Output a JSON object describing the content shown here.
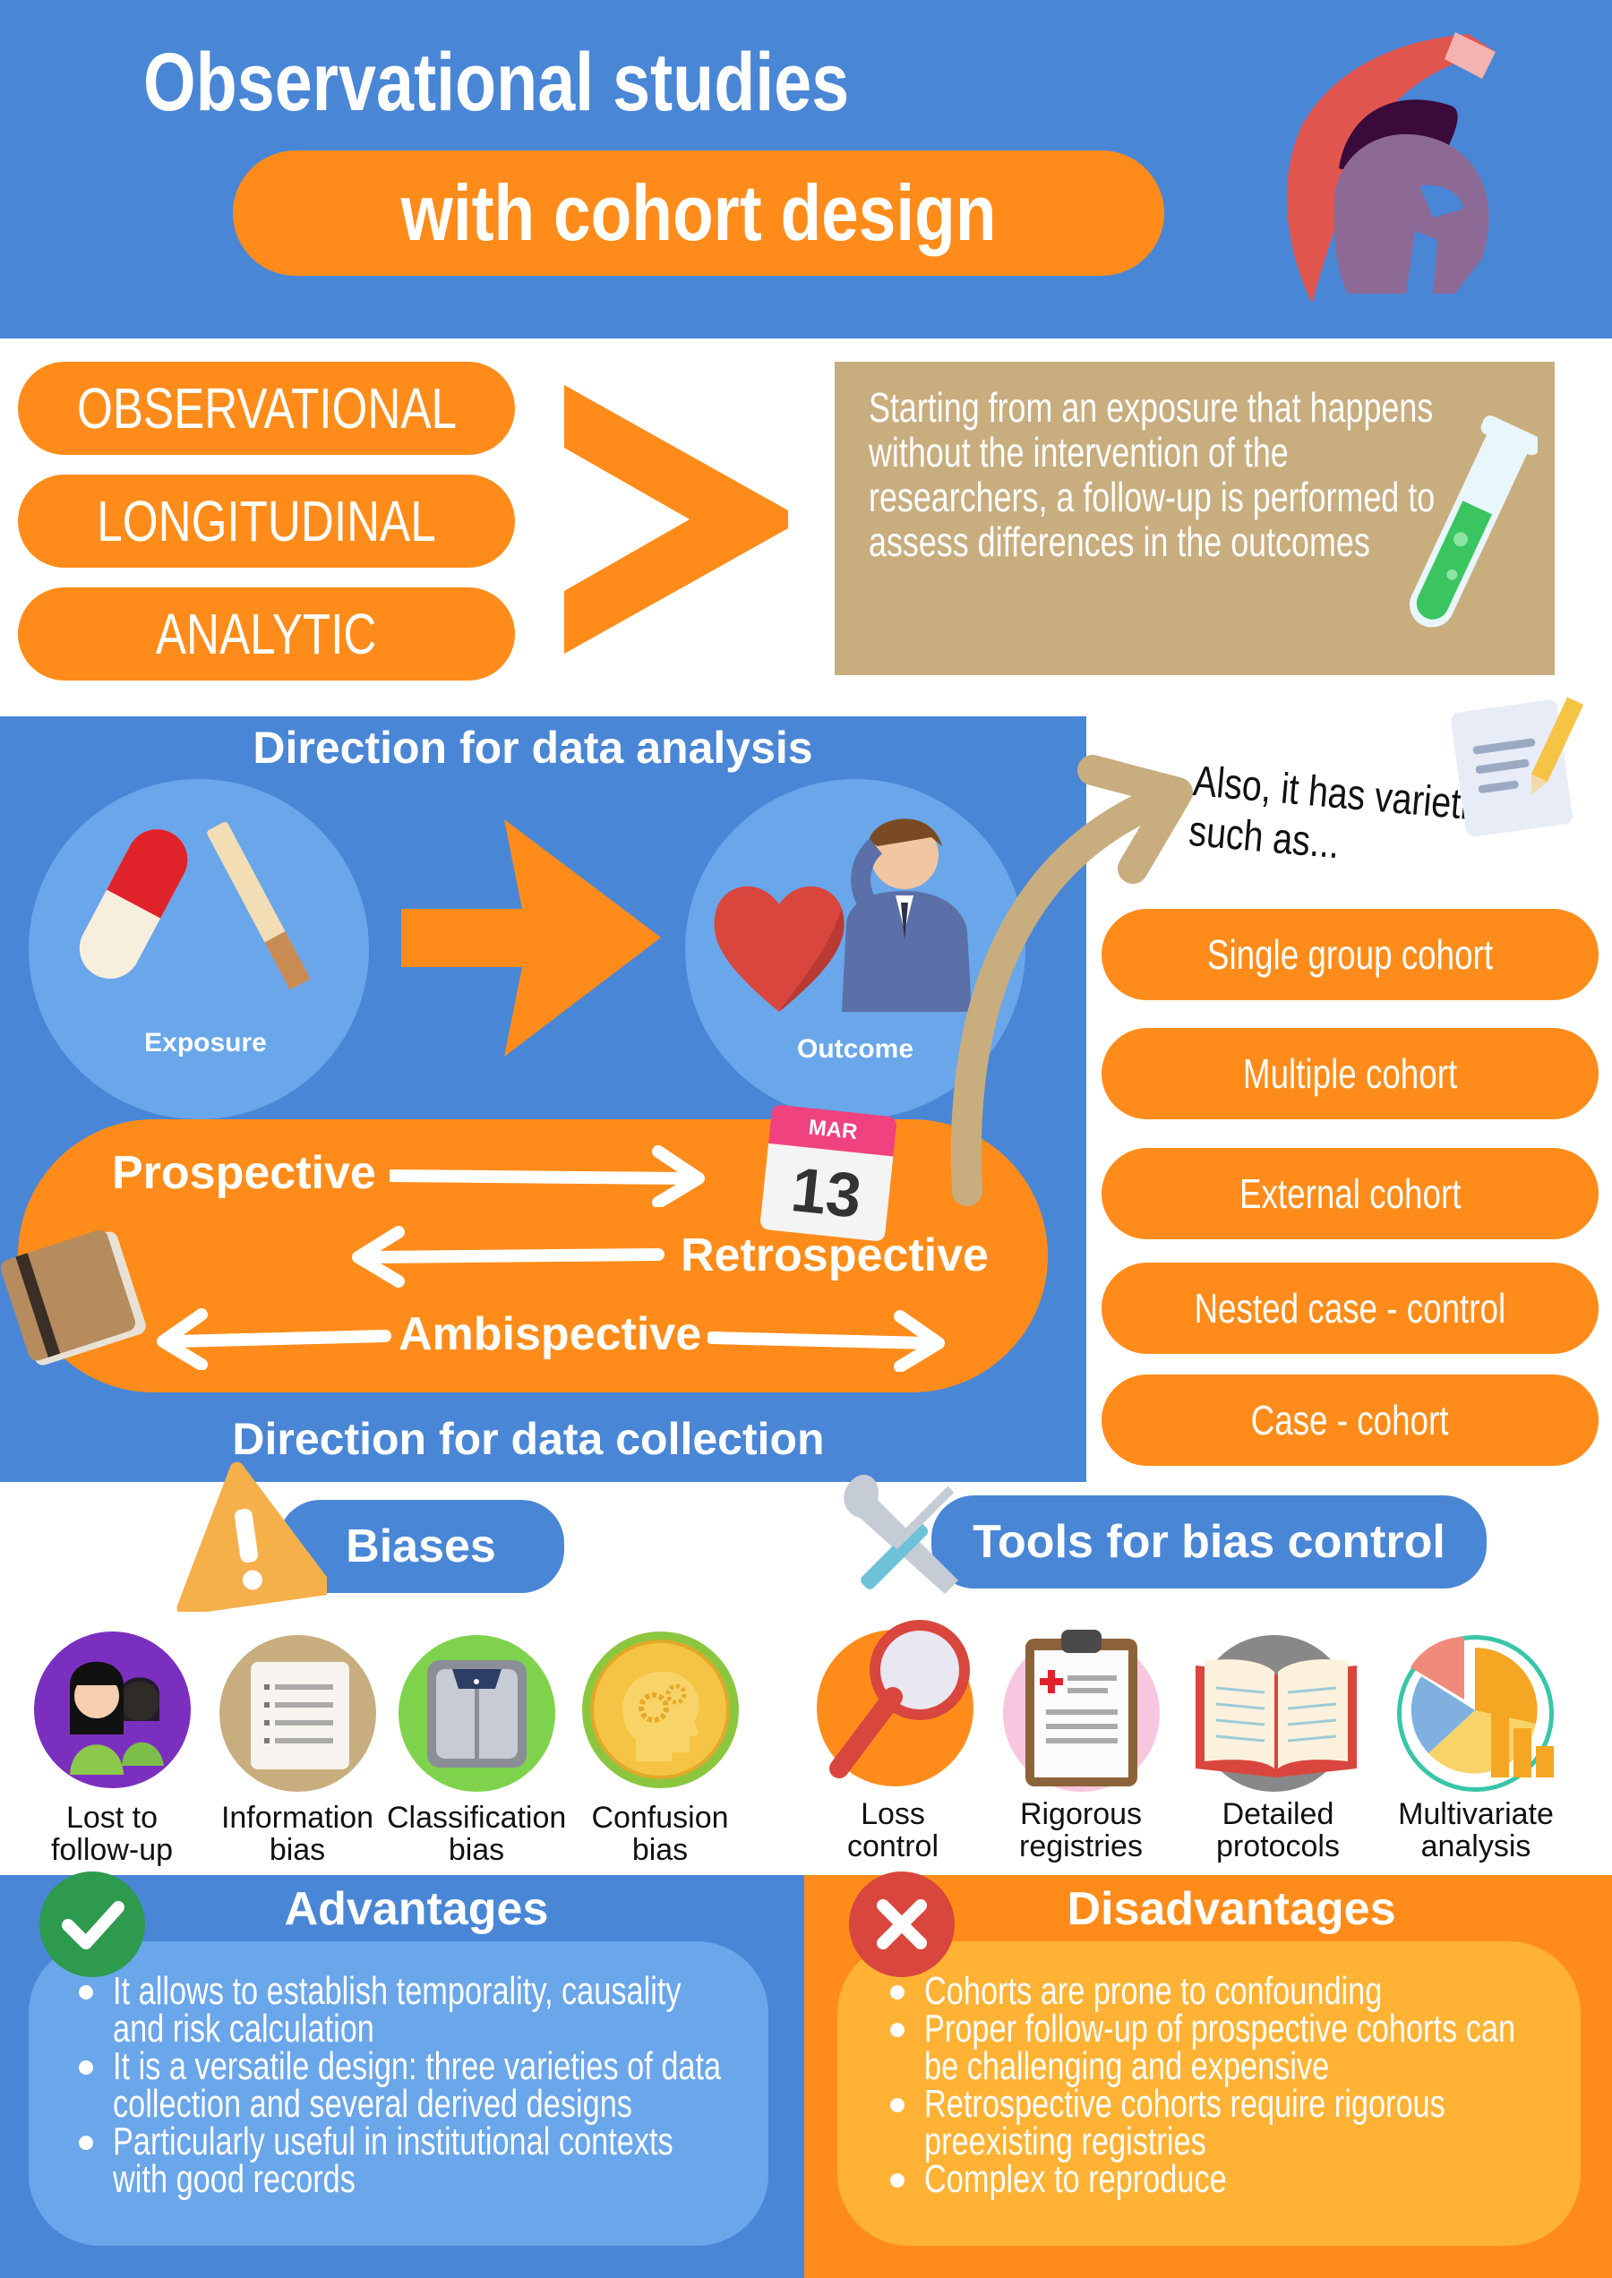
{
  "header": {
    "title_line1": "Observational studies",
    "title_line2": "with cohort design",
    "colors": {
      "blue": "#4a86d6",
      "orange": "#ff8c1a",
      "tan": "#c8ad7f"
    }
  },
  "characteristics": {
    "items": [
      "OBSERVATIONAL",
      "LONGITUDINAL",
      "ANALYTIC"
    ],
    "description": "Starting from an exposure that happens without the intervention of the researchers, a follow-up is performed to assess differences in the outcomes"
  },
  "direction": {
    "analysis_heading": "Direction for data analysis",
    "exposure_label": "Exposure",
    "outcome_label": "Outcome",
    "prospective": "Prospective",
    "retrospective": "Retrospective",
    "ambispective": "Ambispective",
    "calendar_month": "MAR",
    "calendar_day": "13",
    "collection_heading": "Direction for data collection"
  },
  "varieties": {
    "intro": "Also, it has varieties such as...",
    "items": [
      "Single group cohort",
      "Multiple cohort",
      "External cohort",
      "Nested case - control",
      "Case - cohort"
    ]
  },
  "biases": {
    "title": "Biases",
    "items": [
      {
        "line1": "Lost to",
        "line2": "follow-up",
        "icon": "people-icon"
      },
      {
        "line1": "Information",
        "line2": "bias",
        "icon": "document-icon"
      },
      {
        "line1": "Classification",
        "line2": "bias",
        "icon": "scale-icon"
      },
      {
        "line1": "Confusion",
        "line2": "bias",
        "icon": "brain-gears-icon"
      }
    ]
  },
  "tools": {
    "title": "Tools for bias control",
    "items": [
      {
        "line1": "Loss",
        "line2": "control",
        "icon": "magnifier-icon"
      },
      {
        "line1": "Rigorous",
        "line2": "registries",
        "icon": "clipboard-icon"
      },
      {
        "line1": "Detailed",
        "line2": "protocols",
        "icon": "open-book-icon"
      },
      {
        "line1": "Multivariate",
        "line2": "analysis",
        "icon": "pie-chart-icon"
      }
    ]
  },
  "advantages": {
    "title": "Advantages",
    "items": [
      "It allows to establish temporality, causality and risk calculation",
      "It is a versatile design: three varieties of data collection and several derived designs",
      "Particularly useful in institutional contexts with good records"
    ]
  },
  "disadvantages": {
    "title": "Disadvantages",
    "items": [
      "Cohorts are prone to confounding",
      "Proper follow-up of prospective cohorts can be challenging and expensive",
      "Retrospective cohorts require rigorous preexisting registries",
      "Complex to reproduce"
    ]
  }
}
